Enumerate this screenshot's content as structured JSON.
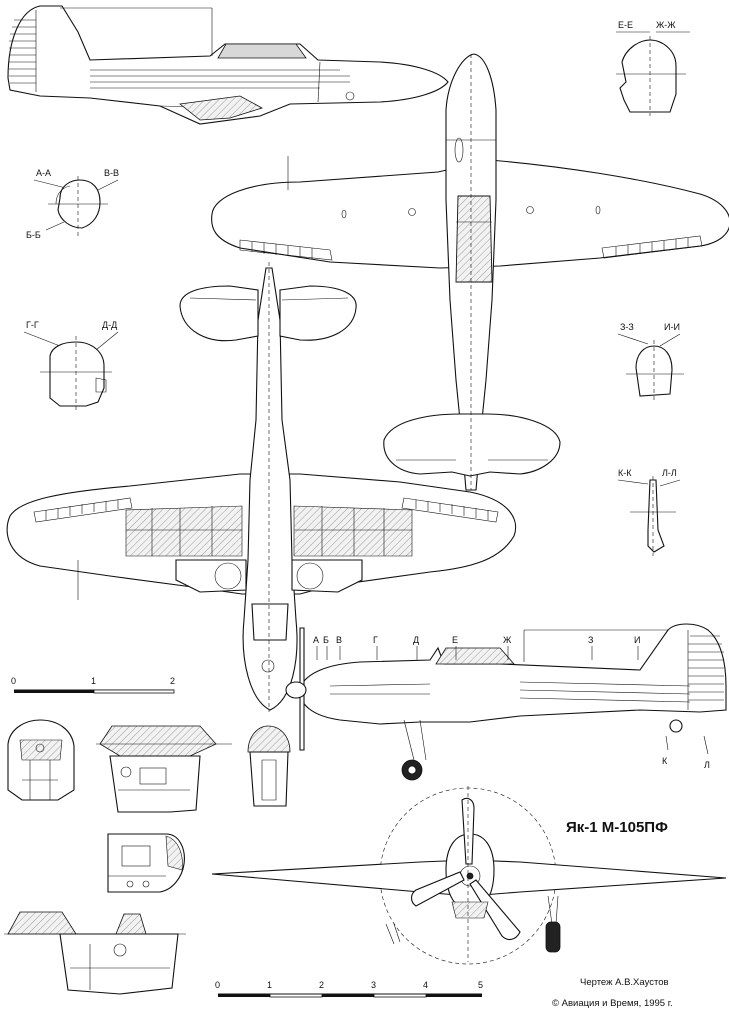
{
  "title": "Як-1 М-105ПФ",
  "credits": {
    "author": "Чертеж А.В.Хаустов",
    "copyright": "© Авиация и Время, 1995 г."
  },
  "sections": {
    "aa": "А-А",
    "bb": "Б-Б",
    "vv": "В-В",
    "gg": "Г-Г",
    "dd": "Д-Д",
    "ee": "Е-Е",
    "zhzh": "Ж-Ж",
    "zz": "З-З",
    "ii": "И-И",
    "kk": "К-К",
    "ll": "Л-Л"
  },
  "station_markers": [
    "А",
    "Б",
    "В",
    "Г",
    "Д",
    "Е",
    "Ж",
    "З",
    "И"
  ],
  "gear_markers": {
    "k": "К",
    "l": "Л"
  },
  "scale_small": {
    "ticks": [
      "0",
      "1",
      "2"
    ]
  },
  "scale_large": {
    "ticks": [
      "0",
      "1",
      "2",
      "3",
      "4",
      "5"
    ]
  }
}
